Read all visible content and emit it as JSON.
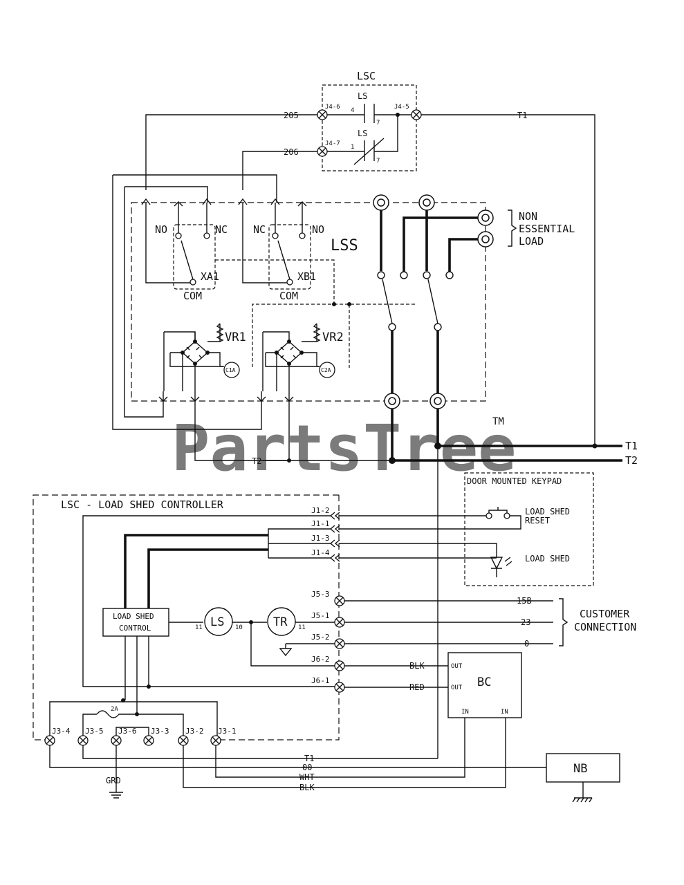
{
  "watermark": {
    "text": "PartsTree",
    "tm": "TM"
  },
  "lsc_box": {
    "title": "LSC",
    "relay1": {
      "name": "LS",
      "left_pin": "4",
      "right_pin": "7"
    },
    "relay2": {
      "name": "LS",
      "left_pin": "1",
      "right_pin": "7"
    },
    "terminals": [
      "J4-6",
      "J4-7",
      "J4-5"
    ]
  },
  "wires_top": {
    "w205": "205",
    "w206": "206",
    "t1": "T1"
  },
  "lss": {
    "label": "LSS",
    "xa1": {
      "name": "XA1",
      "no": "NO",
      "nc": "NC",
      "com": "COM"
    },
    "xb1": {
      "name": "XB1",
      "no": "NO",
      "nc": "NC",
      "com": "COM"
    },
    "vr1": "VR1",
    "vr2": "VR2",
    "c1a": "C1A",
    "c2a": "C2A",
    "non_essential_load": [
      "NON",
      "ESSENTIAL",
      "LOAD"
    ]
  },
  "lines": {
    "t1": "T1",
    "t2": "T2",
    "t2_mid": "T2"
  },
  "controller": {
    "title": "LSC - LOAD SHED CONTROLLER",
    "j1": [
      "J1-2",
      "J1-1",
      "J1-3",
      "J1-4"
    ],
    "j5": [
      "J5-3",
      "J5-1",
      "J5-2"
    ],
    "j6": [
      "J6-2",
      "J6-1"
    ],
    "j3": [
      "J3-4",
      "J3-5",
      "J3-6",
      "J3-3",
      "J3-2",
      "J3-1"
    ],
    "control_box": [
      "LOAD SHED",
      "CONTROL"
    ],
    "ls_coil": {
      "name": "LS",
      "pin_a": "11",
      "pin_b": "10"
    },
    "tr_coil": {
      "name": "TR",
      "pin": "11"
    },
    "fuse": "2A"
  },
  "keypad": {
    "title": "DOOR MOUNTED KEYPAD",
    "reset": [
      "LOAD SHED",
      "RESET"
    ],
    "led": "LOAD SHED"
  },
  "customer": {
    "wires": [
      "15B",
      "23",
      "0"
    ],
    "label": [
      "CUSTOMER",
      "CONNECTION"
    ]
  },
  "bc": {
    "name": "BC",
    "out1": "OUT",
    "out2": "OUT",
    "in1": "IN",
    "in2": "IN",
    "blk": "BLK",
    "red": "RED"
  },
  "bottom_wires": [
    "T1",
    "00",
    "WHT",
    "BLK"
  ],
  "nb": "NB",
  "grd": "GRD"
}
